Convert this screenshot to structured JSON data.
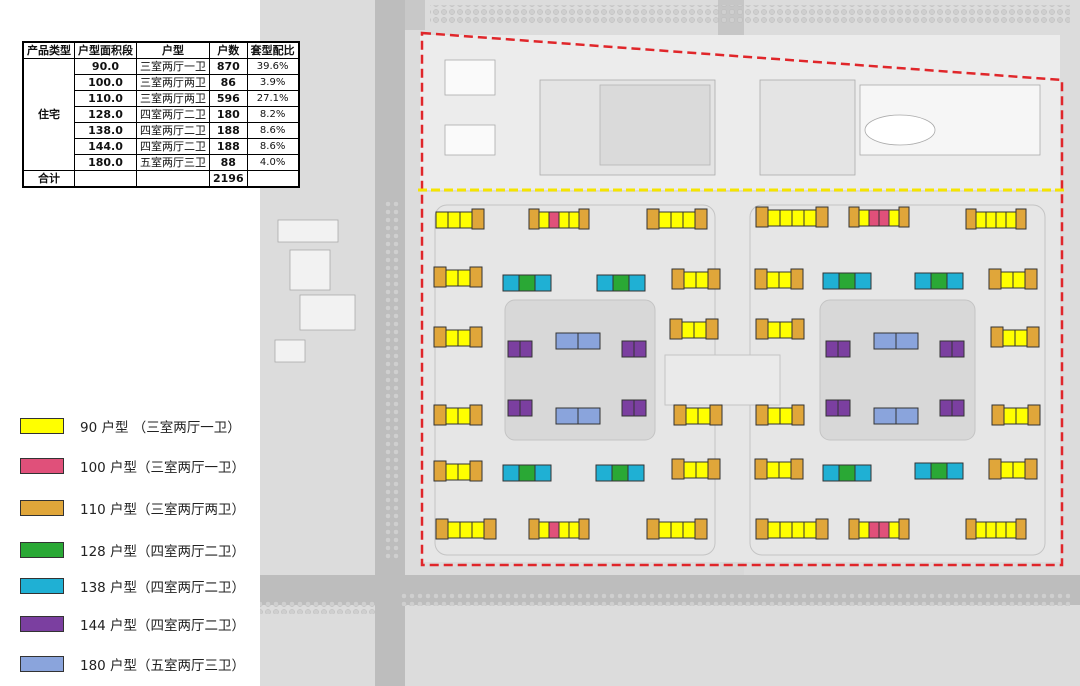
{
  "table": {
    "headers": [
      "产品类型",
      "户型面积段",
      "户型",
      "户数",
      "套型配比"
    ],
    "category": "住宅",
    "rows": [
      {
        "area": "90.0",
        "type": "三室两厅一卫",
        "count": "870",
        "ratio": "39.6%"
      },
      {
        "area": "100.0",
        "type": "三室两厅两卫",
        "count": "86",
        "ratio": "3.9%"
      },
      {
        "area": "110.0",
        "type": "三室两厅两卫",
        "count": "596",
        "ratio": "27.1%"
      },
      {
        "area": "128.0",
        "type": "四室两厅二卫",
        "count": "180",
        "ratio": "8.2%"
      },
      {
        "area": "138.0",
        "type": "四室两厅二卫",
        "count": "188",
        "ratio": "8.6%"
      },
      {
        "area": "144.0",
        "type": "四室两厅二卫",
        "count": "188",
        "ratio": "8.6%"
      },
      {
        "area": "180.0",
        "type": "五室两厅三卫",
        "count": "88",
        "ratio": "4.0%"
      }
    ],
    "total_label": "合计",
    "total_count": "2196"
  },
  "legend": [
    {
      "key": "y",
      "label": "90 户型 （三室两厅一卫）",
      "color": "#ffff00"
    },
    {
      "key": "p",
      "label": "100 户型（三室两厅一卫）",
      "color": "#e0507a"
    },
    {
      "key": "o",
      "label": "110 户型（三室两厅两卫）",
      "color": "#e0a63a"
    },
    {
      "key": "g",
      "label": "128 户型（四室两厅二卫）",
      "color": "#2aa835"
    },
    {
      "key": "c",
      "label": "138 户型（四室两厅二卫）",
      "color": "#1fb0d4"
    },
    {
      "key": "u",
      "label": "144 户型（四室两厅二卫）",
      "color": "#7b3fa0"
    },
    {
      "key": "b",
      "label": "180 户型（五室两厅三卫）",
      "color": "#8aa4dc"
    }
  ],
  "map": {
    "boundary_color": "#e0262a",
    "phase_line_color": "#f5e400"
  }
}
